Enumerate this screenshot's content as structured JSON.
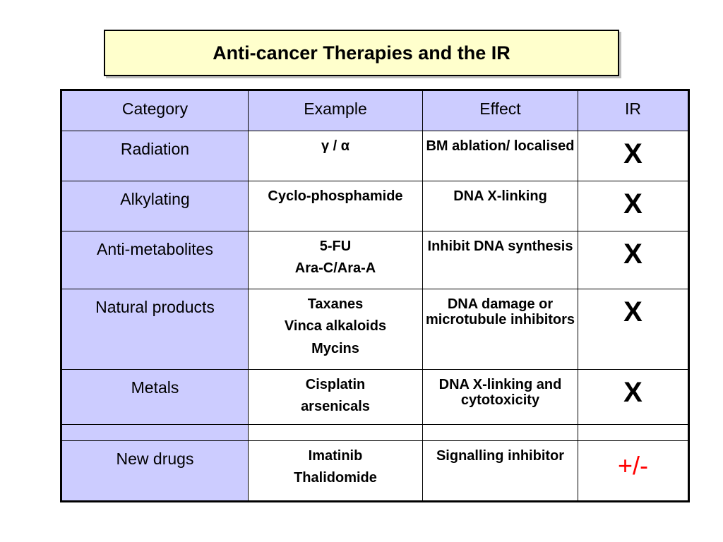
{
  "title": "Anti-cancer Therapies and the IR",
  "columns": [
    "Category",
    "Example",
    "Effect",
    "IR"
  ],
  "rows": [
    {
      "category": "Radiation",
      "example": [
        "γ / α"
      ],
      "effect": "BM ablation/ localised",
      "ir": "X"
    },
    {
      "category": "Alkylating",
      "example": [
        "Cyclo-phosphamide"
      ],
      "effect": "DNA X-linking",
      "ir": "X"
    },
    {
      "category": "Anti-metabolites",
      "example": [
        "5-FU",
        "Ara-C/Ara-A"
      ],
      "effect": "Inhibit DNA synthesis",
      "ir": "X"
    },
    {
      "category": "Natural products",
      "example": [
        "Taxanes",
        "Vinca alkaloids",
        "Mycins"
      ],
      "effect": "DNA damage or microtubule inhibitors",
      "ir": "X"
    },
    {
      "category": "Metals",
      "example": [
        "Cisplatin",
        "arsenicals"
      ],
      "effect": "DNA X-linking and cytotoxicity",
      "ir": "X"
    },
    {
      "category": "New drugs",
      "example": [
        "Imatinib",
        "Thalidomide"
      ],
      "effect": "Signalling inhibitor",
      "ir": "+/-"
    }
  ],
  "colors": {
    "title_bg": "#ffffcc",
    "header_bg": "#ccccff",
    "plusminus": "#ff0000"
  }
}
